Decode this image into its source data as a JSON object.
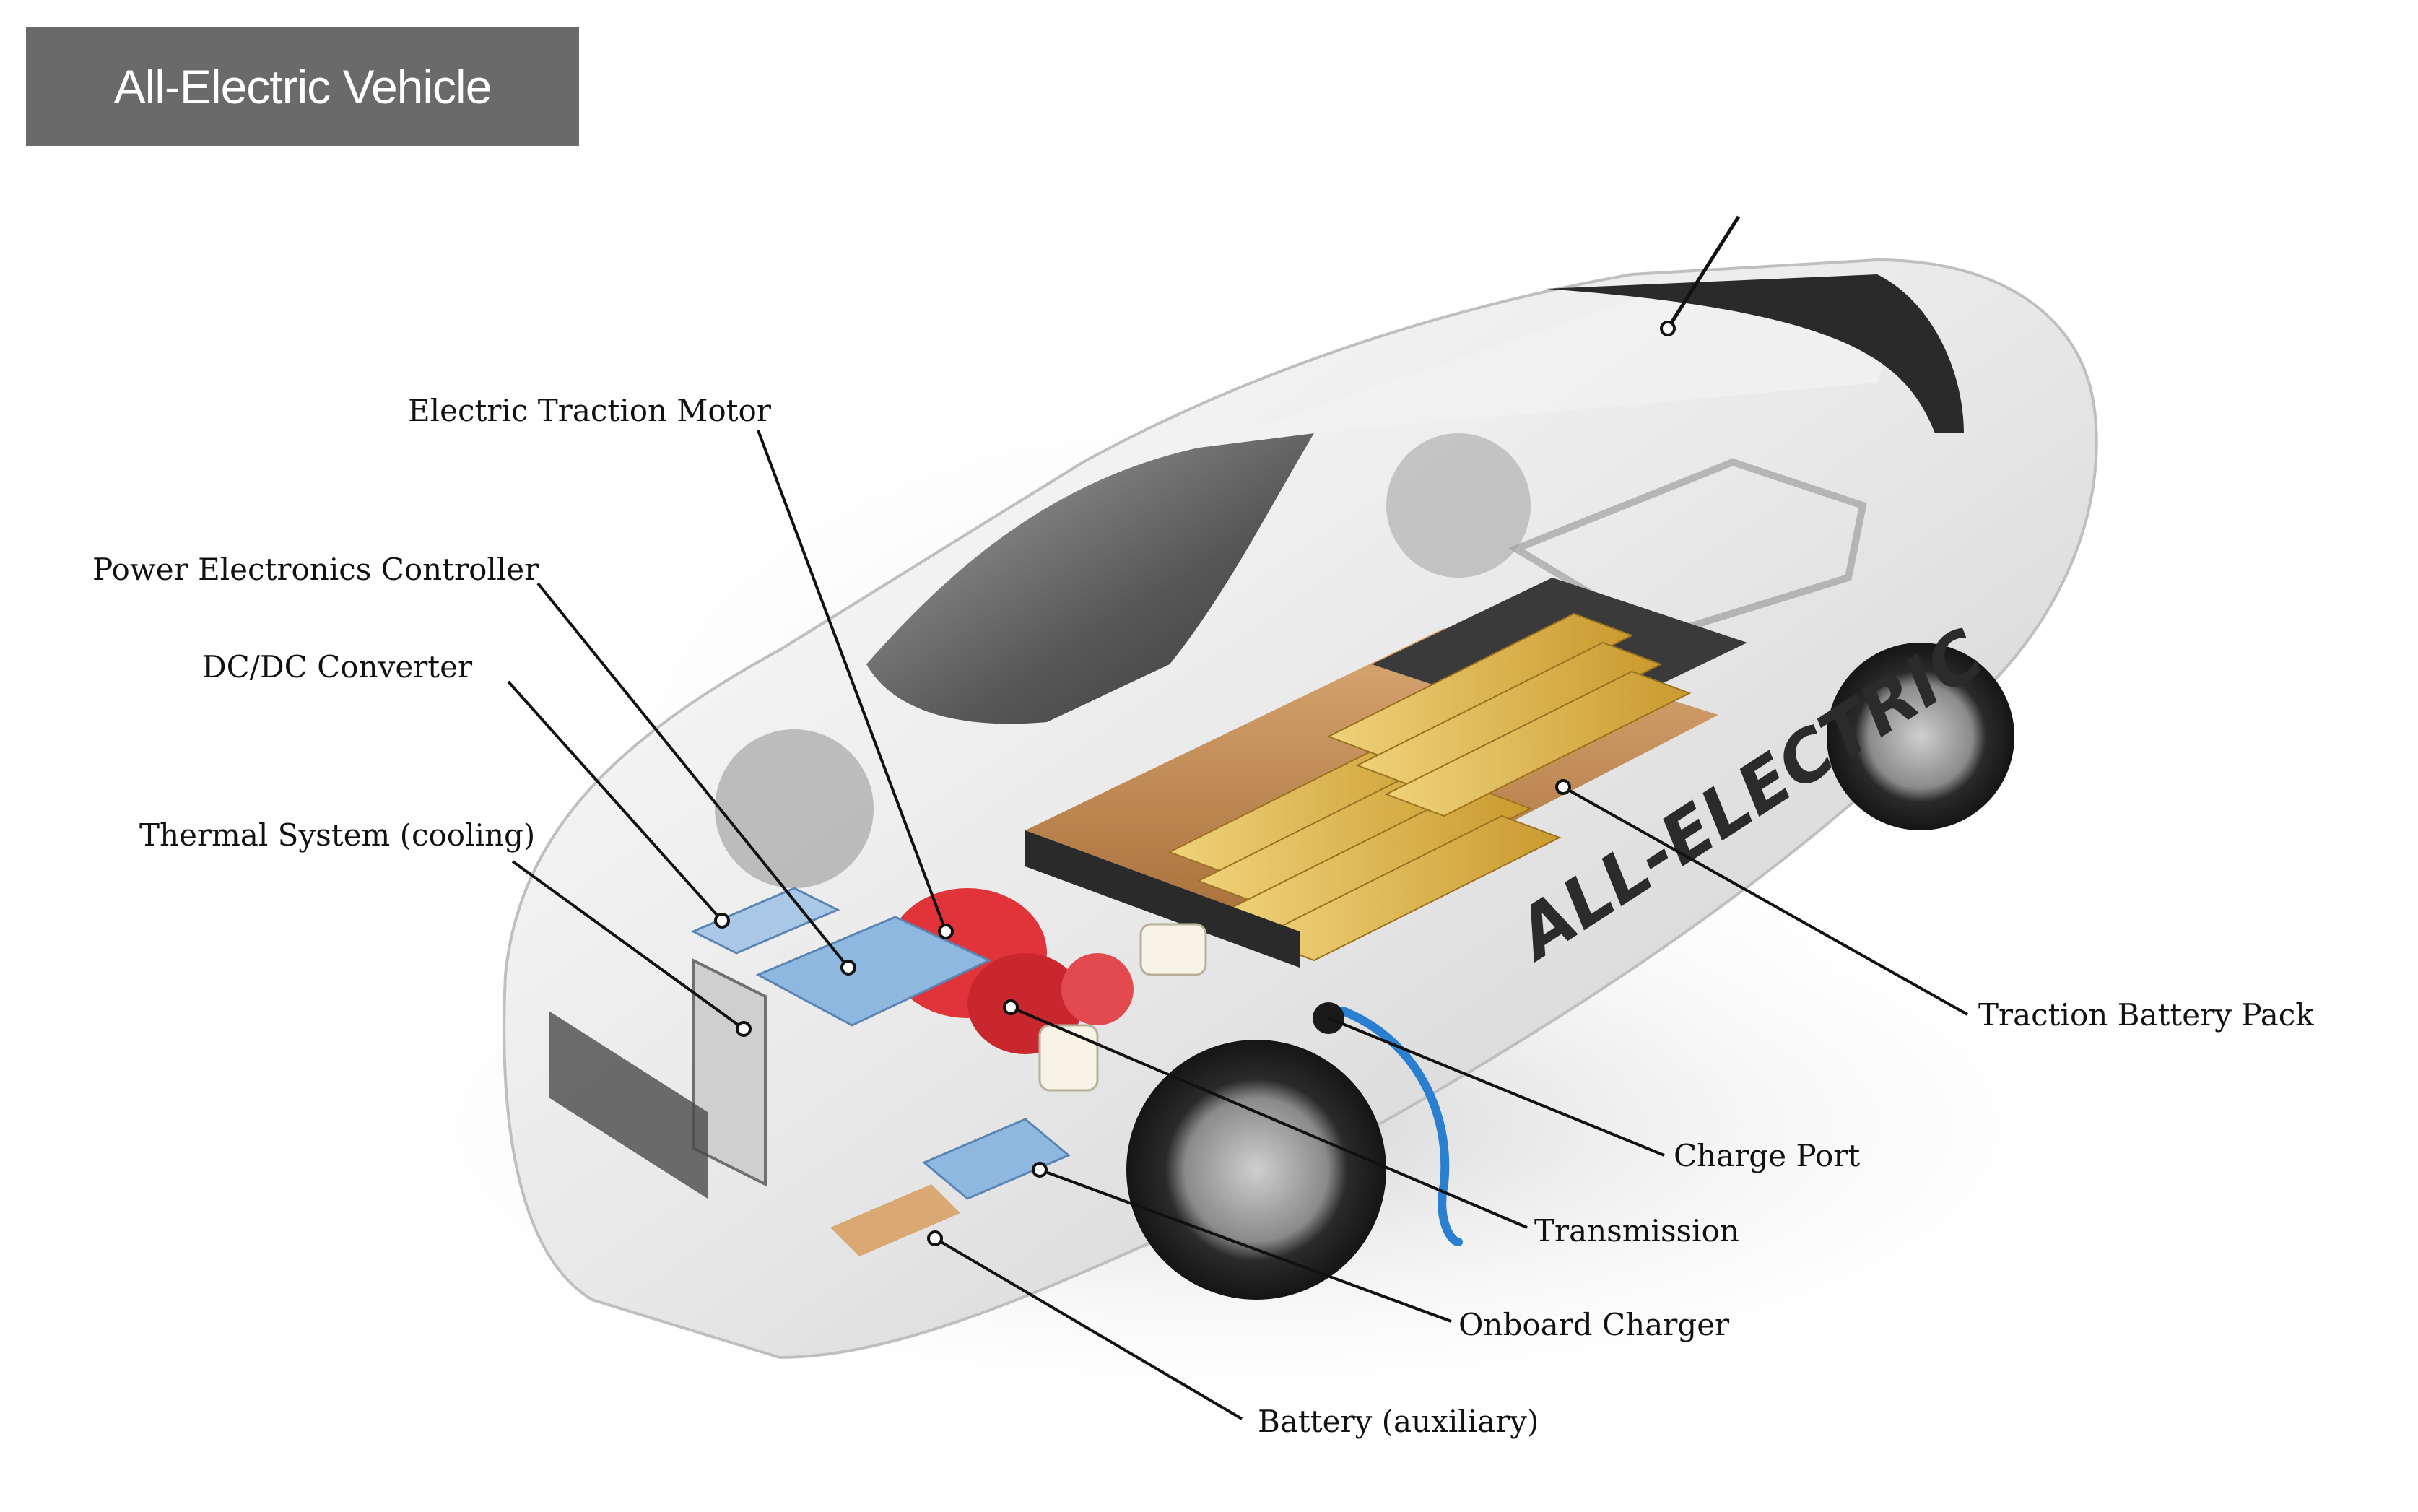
{
  "title": "All-Electric Vehicle",
  "car_side_text": "ALL-ELECTRIC",
  "callouts": [
    {
      "id": "electric-traction-motor",
      "label": "Electric Traction Motor"
    },
    {
      "id": "power-electronics-controller",
      "label": "Power Electronics Controller"
    },
    {
      "id": "dc-dc-converter",
      "label": "DC/DC Converter"
    },
    {
      "id": "thermal-system",
      "label": "Thermal System (cooling)"
    },
    {
      "id": "traction-battery-pack",
      "label": "Traction Battery Pack"
    },
    {
      "id": "charge-port",
      "label": "Charge Port"
    },
    {
      "id": "transmission",
      "label": "Transmission"
    },
    {
      "id": "onboard-charger",
      "label": "Onboard Charger"
    },
    {
      "id": "battery-auxiliary",
      "label": "Battery (auxiliary)"
    }
  ],
  "colors": {
    "title_bg": "#6a6a6a",
    "title_text": "#ffffff",
    "car_body": "#e9e9e9",
    "battery_cells": "#d9b24a",
    "battery_modules": "#c8955a",
    "motor": "#e0343a",
    "cooling": "#8fb8e0",
    "leader_line": "#111111"
  }
}
